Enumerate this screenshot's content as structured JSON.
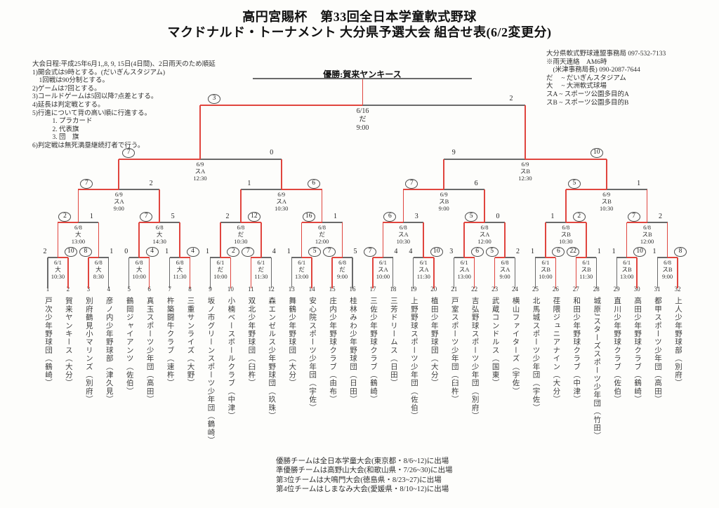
{
  "title": {
    "line1": "高円宮賜杯　第33回全日本学童軟式野球",
    "line2": "マクドナルド・トーナメント 大分県予選大会 組合せ表(6/2変更分)"
  },
  "notes": {
    "left": [
      "大会日程:平成25年6月1,,8, 9, 15日(4日間)、2日雨天のため順延",
      "1)開会式は9時とする。(だいぎんスタジアム)",
      "　1回戦は90分制とする。",
      "2)ゲームは7回とする。",
      "3)コールドゲームは5回以降7点差とする。",
      "4)延長は判定戦とする。",
      "5)行進について背の高い順に行進する。",
      "　　　1. プラカード",
      "　　　2. 代表旗",
      "　　　3. 団　旗",
      "6)判定戦は無死満塁継続打者で行う。"
    ],
    "right": [
      "大分県軟式野球連盟事務局 097-532-7133",
      "※雨天連絡　AM6時",
      "　(米津事務局長) 090-2087-7644",
      "だ　 ~ だいぎんスタジアム",
      "大　 ~ 大洲軟式球場",
      "スA ~ スポーツ公園多目的A",
      "スB ~ スポーツ公園多目的B"
    ]
  },
  "champion": {
    "label": "優勝:賀来ヤンキース"
  },
  "footer": {
    "lines": [
      "優勝チームは全日本学童大会(東京都・8/6~12)に出場",
      "準優勝チームは高野山大会(和歌山県・7/26~30)に出場",
      "第3位チームは大鳴門大会(徳島県・8/23~27)に出場",
      "第4位チームはしまなみ大会(愛媛県・8/10~12)に出場"
    ]
  },
  "colors": {
    "win_path": "#e0453e",
    "line": "#6a6a6a",
    "text": "#333333"
  },
  "teams": [
    {
      "no": 1,
      "name": "戸次少年野球団",
      "area": "鶴崎"
    },
    {
      "no": 2,
      "name": "賀来ヤンキース",
      "area": "大分"
    },
    {
      "no": 3,
      "name": "別府鶴見小マリンズ",
      "area": "別府"
    },
    {
      "no": 4,
      "name": "彦ノ内少年野球部",
      "area": "津久見"
    },
    {
      "no": 5,
      "name": "鶴岡ジャイアンツ",
      "area": "佐伯"
    },
    {
      "no": 6,
      "name": "真玉スポーツ少年団",
      "area": "高田"
    },
    {
      "no": 7,
      "name": "杵築闘牛クラブ",
      "area": "速杵"
    },
    {
      "no": 8,
      "name": "三重サンライズ",
      "area": "大野"
    },
    {
      "no": 9,
      "name": "坂ノ市グリーンスポーツ少年団",
      "area": "鶴崎"
    },
    {
      "no": 10,
      "name": "小楠ベースボールクラブ",
      "area": "中津"
    },
    {
      "no": 11,
      "name": "双北少年野球団",
      "area": "臼杵"
    },
    {
      "no": 12,
      "name": "森エンゼルス少年野球団",
      "area": "玖珠"
    },
    {
      "no": 13,
      "name": "舞鶴少年野球団",
      "area": "大分"
    },
    {
      "no": 14,
      "name": "安心院スポーツ少年団",
      "area": "宇佐"
    },
    {
      "no": 15,
      "name": "庄内少年野球クラブ",
      "area": "由布"
    },
    {
      "no": 16,
      "name": "桂林みわ少年野球団",
      "area": "日田"
    },
    {
      "no": 17,
      "name": "三佐少年野球クラブ",
      "area": "鶴崎"
    },
    {
      "no": 18,
      "name": "三芳ドリームス",
      "area": "日田"
    },
    {
      "no": 19,
      "name": "上野野球スポーツ少年団",
      "area": "佐伯"
    },
    {
      "no": 20,
      "name": "植田少年野球団",
      "area": "大分"
    },
    {
      "no": 21,
      "name": "戸室スポーツ少年団",
      "area": "臼杵"
    },
    {
      "no": 22,
      "name": "吉弘野球スポーツ少年団",
      "area": "別府"
    },
    {
      "no": 23,
      "name": "武蔵コンドルス",
      "area": "国東"
    },
    {
      "no": 24,
      "name": "横山ファイターズ",
      "area": "宇佐"
    },
    {
      "no": 25,
      "name": "北馬城スポーツ少年団",
      "area": "宇佐"
    },
    {
      "no": 26,
      "name": "荏隈ジュニアナイン",
      "area": "大分"
    },
    {
      "no": 27,
      "name": "和田少年野球クラブ",
      "area": "中津"
    },
    {
      "no": 28,
      "name": "城原Jスターズスポーツ少年団",
      "area": "竹田"
    },
    {
      "no": 29,
      "name": "直川少年野球クラブ",
      "area": "佐伯"
    },
    {
      "no": 30,
      "name": "高田少年野球クラブ",
      "area": "鶴崎"
    },
    {
      "no": 31,
      "name": "都甲スポーツ少年団",
      "area": "高田"
    },
    {
      "no": 32,
      "name": "上人少年野球部",
      "area": "別府"
    }
  ],
  "bracket": {
    "round1": [
      {
        "date": "6/1",
        "venue": "大",
        "time": "10:30",
        "score_left": 2,
        "score_right": 10,
        "winner": "right"
      },
      {
        "date": "6/8",
        "venue": "大",
        "time": "8:30",
        "score_left": 8,
        "score_right": 1,
        "winner": "left"
      },
      {
        "date": "6/8",
        "venue": "大",
        "time": "10:00",
        "score_left": 0,
        "score_right": 4,
        "winner": "right"
      },
      {
        "date": "6/8",
        "venue": "大",
        "time": "11:30",
        "score_left": 1,
        "score_right": 4,
        "winner": "right"
      },
      {
        "date": "6/1",
        "venue": "だ",
        "time": "10:00",
        "score_left": 1,
        "score_right": 2,
        "winner": "right"
      },
      {
        "date": "6/1",
        "venue": "だ",
        "time": "11:30",
        "score_left": 7,
        "score_right": 4,
        "winner": "left"
      },
      {
        "date": "6/1",
        "venue": "だ",
        "time": "13:00",
        "score_left": 1,
        "score_right": 5,
        "winner": "right"
      },
      {
        "date": "6/8",
        "venue": "だ",
        "time": "9:00",
        "score_left": 7,
        "score_right": 5,
        "winner": "left"
      },
      {
        "date": "6/1",
        "venue": "スA",
        "time": "10:00",
        "score_left": 7,
        "score_right": 4,
        "winner": "left"
      },
      {
        "date": "6/1",
        "venue": "スA",
        "time": "11:30",
        "score_left": 4,
        "score_right": 10,
        "winner": "right"
      },
      {
        "date": "6/1",
        "venue": "スA",
        "time": "13:00",
        "score_left": 3,
        "score_right": 6,
        "winner": "right"
      },
      {
        "date": "6/8",
        "venue": "スA",
        "time": "9:00",
        "score_left": 5,
        "score_right": 2,
        "winner": "left"
      },
      {
        "date": "6/1",
        "venue": "スB",
        "time": "10:00",
        "score_left": 1,
        "score_right": 6,
        "winner": "right"
      },
      {
        "date": "6/1",
        "venue": "スB",
        "time": "11:30",
        "score_left": 22,
        "score_right": 1,
        "winner": "left"
      },
      {
        "date": "6/1",
        "venue": "スB",
        "time": "13:00",
        "score_left": 1,
        "score_right": 10,
        "winner": "right"
      },
      {
        "date": "6/8",
        "venue": "スB",
        "time": "9:00",
        "score_left": 1,
        "score_right": 8,
        "winner": "right"
      }
    ],
    "round2": [
      {
        "date": "6/8",
        "venue": "大",
        "time": "13:00",
        "score_left": 2,
        "score_right": 1,
        "winner": "left"
      },
      {
        "date": "6/8",
        "venue": "大",
        "time": "14:30",
        "score_left": 7,
        "score_right": 5,
        "winner": "left"
      },
      {
        "date": "6/8",
        "venue": "だ",
        "time": "10:30",
        "score_left": 2,
        "score_right": 12,
        "winner": "right"
      },
      {
        "date": "6/8",
        "venue": "だ",
        "time": "12:00",
        "score_left": 16,
        "score_right": 1,
        "winner": "left"
      },
      {
        "date": "6/8",
        "venue": "スA",
        "time": "10:30",
        "score_left": 6,
        "score_right": 3,
        "winner": "left"
      },
      {
        "date": "6/8",
        "venue": "スA",
        "time": "12:00",
        "score_left": 5,
        "score_right": 0,
        "winner": "left"
      },
      {
        "date": "6/8",
        "venue": "スB",
        "time": "10:30",
        "score_left": 1,
        "score_right": 2,
        "winner": "right"
      },
      {
        "date": "6/8",
        "venue": "スB",
        "time": "12:00",
        "score_left": 7,
        "score_right": 2,
        "winner": "left"
      }
    ],
    "quarterfinals": [
      {
        "date": "6/9",
        "venue": "スA",
        "time": "9:00",
        "score_left": 7,
        "score_right": 2,
        "winner": "left"
      },
      {
        "date": "6/9",
        "venue": "スA",
        "time": "10:30",
        "score_left": 1,
        "score_right": 6,
        "winner": "right"
      },
      {
        "date": "6/9",
        "venue": "スB",
        "time": "9:00",
        "score_left": 7,
        "score_right": 6,
        "winner": "left"
      },
      {
        "date": "6/9",
        "venue": "スB",
        "time": "10:30",
        "score_left": 5,
        "score_right": 1,
        "winner": "left"
      }
    ],
    "semifinals": [
      {
        "date": "6/9",
        "venue": "スA",
        "time": "12:30",
        "score_left": 7,
        "score_right": 0,
        "winner": "left"
      },
      {
        "date": "6/9",
        "venue": "スB",
        "time": "12:30",
        "score_left": 9,
        "score_right": 10,
        "winner": "right"
      }
    ],
    "final": [
      {
        "date": "6/16",
        "venue": "だ",
        "time": "9:00",
        "score_left": 3,
        "score_right": 2,
        "winner": "left"
      }
    ]
  }
}
